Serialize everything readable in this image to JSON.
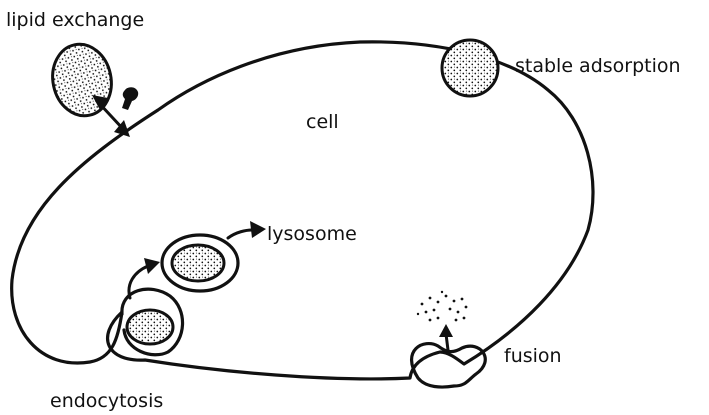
{
  "labels": {
    "lipid_exchange": "lipid exchange",
    "stable_adsorption": "stable adsorption",
    "cell": "cell",
    "lysosome": "lysosome",
    "endocytosis": "endocytosis",
    "fusion": "fusion"
  },
  "colors": {
    "ink": "#111111",
    "background": "#ffffff"
  }
}
